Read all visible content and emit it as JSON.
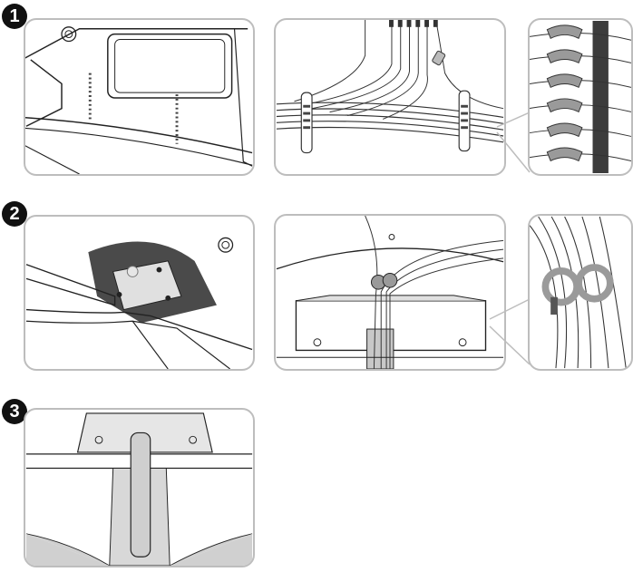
{
  "steps": [
    {
      "number": "1"
    },
    {
      "number": "2"
    },
    {
      "number": "3"
    }
  ],
  "colors": {
    "panel_border": "#bdbdbd",
    "line": "#222222",
    "cable": "#ffffff",
    "fill_light": "#e6e6e6",
    "fill_mid": "#d0d0d0",
    "fill_dark": "#4a4a4a",
    "clip_gray": "#9a9a9a"
  },
  "icons": [
    "cable-clip-icon",
    "cable-holder-icon",
    "stand-neck-icon"
  ]
}
